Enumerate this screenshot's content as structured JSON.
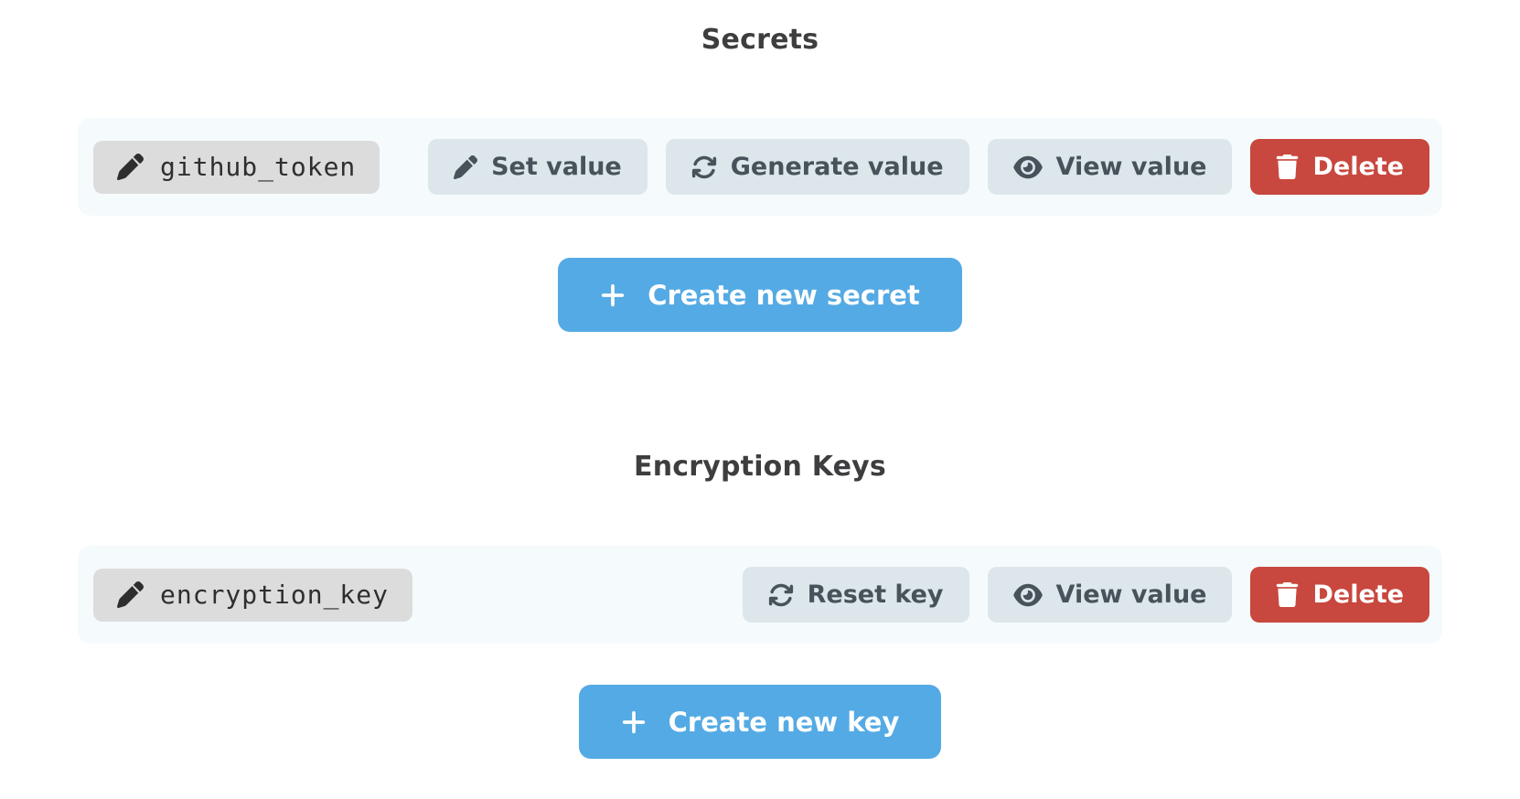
{
  "colors": {
    "page_bg": "#ffffff",
    "heading_text": "#3e3e40",
    "row_bg": "#f5fbfd",
    "pill_bg": "#dcdcdc",
    "pill_text": "#2e2e2e",
    "action_bg": "#dde6ea",
    "action_text": "#47525a",
    "delete_bg": "#c8473e",
    "delete_text": "#ffffff",
    "create_bg": "#54aae4",
    "create_text": "#ffffff"
  },
  "icons": {
    "pencil_icon": "solid tilted pen (edit)",
    "refresh_icon": "two circular arrows (sync/regenerate)",
    "eye_icon": "solid eye (view)",
    "trash_icon": "solid trash can (delete)",
    "plus_icon": "bold plus sign (create)"
  },
  "secrets": {
    "title": "Secrets",
    "item": {
      "name": "github_token",
      "set_value_label": "Set value",
      "generate_value_label": "Generate value",
      "view_value_label": "View value",
      "delete_label": "Delete"
    },
    "create_label": "Create new secret"
  },
  "encryption_keys": {
    "title": "Encryption Keys",
    "item": {
      "name": "encryption_key",
      "reset_key_label": "Reset key",
      "view_value_label": "View value",
      "delete_label": "Delete"
    },
    "create_label": "Create new key"
  }
}
